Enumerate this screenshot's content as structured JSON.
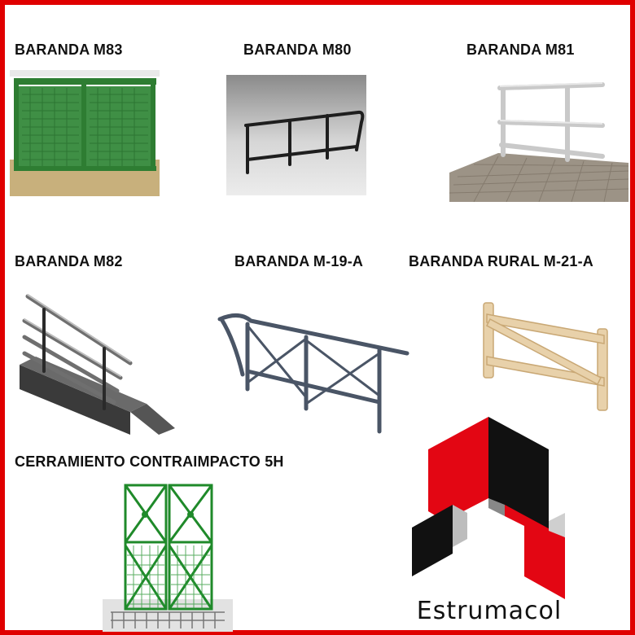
{
  "labels": {
    "m83": "BARANDA M83",
    "m80": "BARANDA M80",
    "m81": "BARANDA M81",
    "m82": "BARANDA M82",
    "m19a": "BARANDA M-19-A",
    "m21a": "BARANDA RURAL M-21-A",
    "contraimpacto": "CERRAMIENTO CONTRAIMPACTO 5H"
  },
  "logo": {
    "name": "Estrumacol",
    "colors": {
      "red": "#e30613",
      "black": "#111111",
      "gray": "#bfbfbf"
    }
  },
  "colors": {
    "border": "#e00000"
  }
}
